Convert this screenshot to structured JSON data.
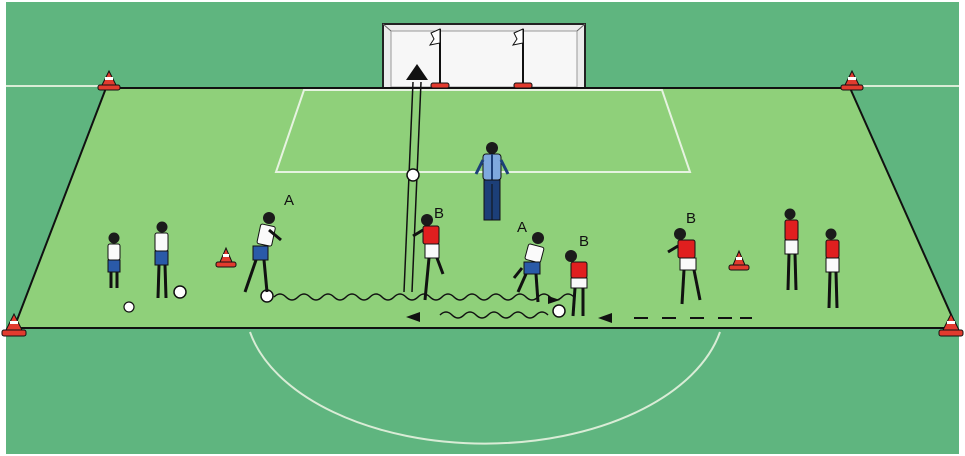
{
  "colors": {
    "pitch_outer": "#5fb57f",
    "pitch_inner": "#8fd07a",
    "line": "#e6f3e0",
    "team_a": "#2a5aa8",
    "team_b": "#e01f1f",
    "coach": "#1c3f78",
    "cone": "#e23b2e",
    "goal": "#ececec"
  },
  "labels": {
    "a1": "A",
    "b1": "B",
    "a2": "A",
    "b2": "B",
    "b3": "B"
  },
  "icons": {
    "player": "player-figure-icon",
    "coach": "coach-icon",
    "cone": "cone-icon",
    "ball": "ball-icon",
    "flag": "flag-icon"
  }
}
